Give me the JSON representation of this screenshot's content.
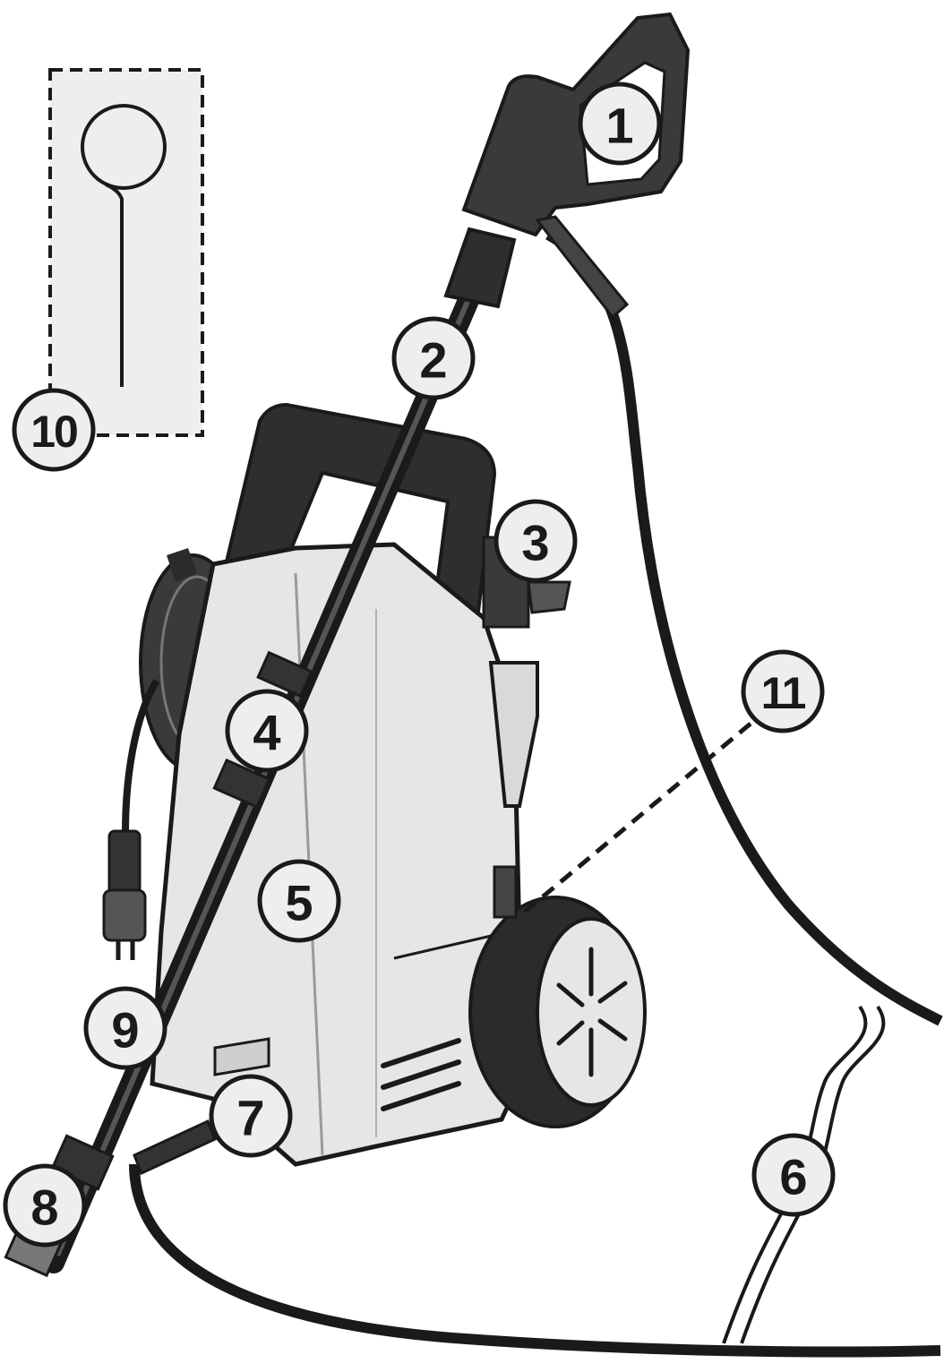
{
  "callouts": [
    {
      "id": "1",
      "part": "spray-gun"
    },
    {
      "id": "2",
      "part": "lance"
    },
    {
      "id": "3",
      "part": "hose-hook"
    },
    {
      "id": "4",
      "part": "lance-clip"
    },
    {
      "id": "5",
      "part": "housing"
    },
    {
      "id": "6",
      "part": "high-pressure-hose"
    },
    {
      "id": "7",
      "part": "hose-outlet"
    },
    {
      "id": "8",
      "part": "nozzle"
    },
    {
      "id": "9",
      "part": "power-cord"
    },
    {
      "id": "10",
      "part": "cleaning-needle"
    },
    {
      "id": "11",
      "part": "water-inlet"
    }
  ],
  "colors": {
    "body": "#e6e6e6",
    "dark": "#2b2b2b",
    "outline": "#1a1a1a",
    "badge": "#eeeeee"
  }
}
